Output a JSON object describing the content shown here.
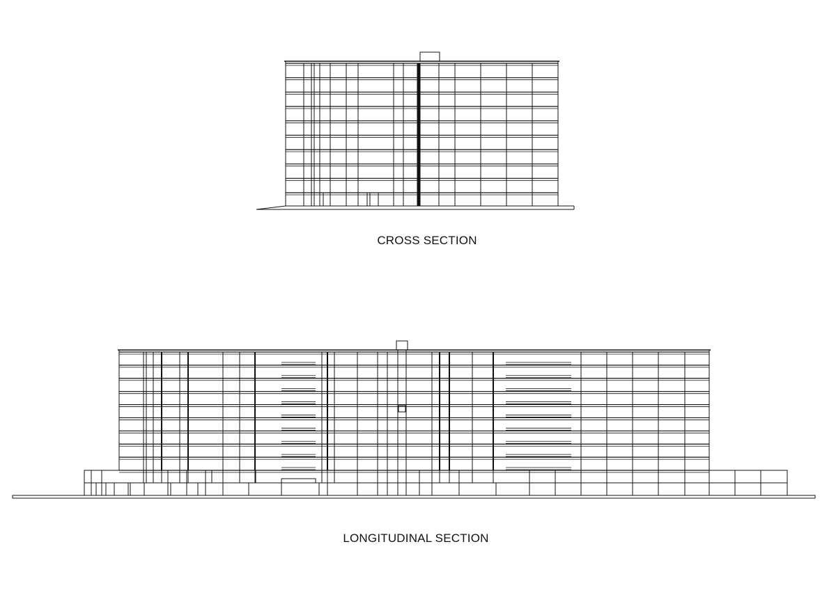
{
  "cross_section": {
    "caption": "CROSS SECTION",
    "floors": 10
  },
  "longitudinal_section": {
    "caption": "LONGITUDINAL SECTION",
    "floors": 10
  }
}
